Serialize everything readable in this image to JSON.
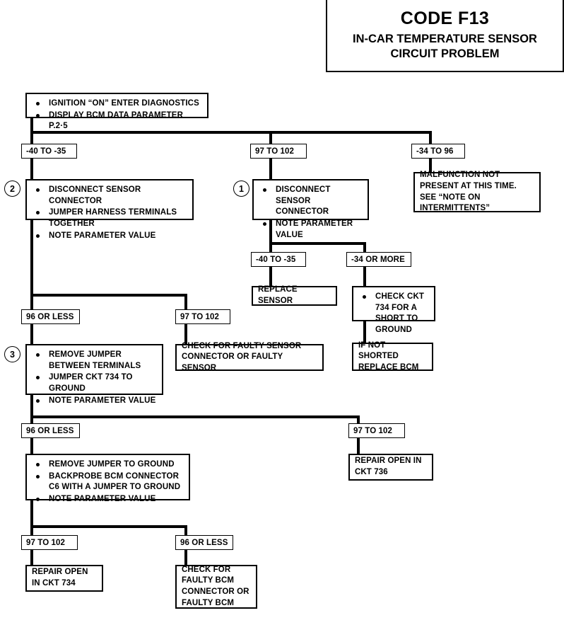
{
  "title": {
    "code": "CODE F13",
    "subtitle_line1": "IN-CAR TEMPERATURE SENSOR",
    "subtitle_line2": "CIRCUIT PROBLEM"
  },
  "start": {
    "items": [
      "IGNITION “ON”   ENTER DIAGNOSTICS",
      "DISPLAY BCM DATA PARAMETER P.2·5"
    ]
  },
  "branch_labels": {
    "left_top": "-40 TO -35",
    "mid_top": "97 TO 102",
    "right_top": "-34 TO 96",
    "mid_low_left": "-40 TO -35",
    "mid_low_right": "-34 OR MORE",
    "step2_left": "96 OR LESS",
    "step2_right": "97 TO 102",
    "step3_left": "96 OR LESS",
    "step3_right": "97 TO 102",
    "step4_left": "97 TO 102",
    "step4_right": "96 OR LESS"
  },
  "steps": {
    "step1_number": "1",
    "step2_number": "2",
    "step3_number": "3"
  },
  "step2": {
    "items": [
      "DISCONNECT SENSOR CONNECTOR",
      "JUMPER HARNESS TERMINALS TOGETHER",
      "NOTE PARAMETER VALUE"
    ]
  },
  "step1": {
    "items": [
      "DISCONNECT SENSOR CONNECTOR",
      "NOTE PARAMETER VALUE"
    ]
  },
  "step3": {
    "items": [
      "REMOVE JUMPER BETWEEN TERMINALS",
      "JUMPER CKT 734 TO GROUND",
      "NOTE PARAMETER VALUE"
    ]
  },
  "step4": {
    "items": [
      "REMOVE JUMPER TO GROUND",
      "BACKPROBE BCM CONNECTOR C6 WITH A JUMPER TO GROUND",
      "NOTE PARAMETER VALUE"
    ]
  },
  "check_short": {
    "items": [
      "CHECK CKT 734 FOR A SHORT TO GROUND"
    ]
  },
  "terminals": {
    "malfunction_not_present": "MALFUNCTION NOT PRESENT AT THIS TIME.  SEE “NOTE ON INTERMITTENTS”",
    "replace_sensor": "REPLACE SENSOR",
    "check_faulty_sensor": "CHECK FOR FAULTY SENSOR CONNECTOR OR FAULTY SENSOR",
    "if_not_shorted": "IF NOT SHORTED REPLACE BCM",
    "repair_open_736": "REPAIR OPEN IN CKT 736",
    "repair_open_734": "REPAIR OPEN IN CKT 734",
    "check_faulty_bcm": "CHECK FOR FAULTY BCM CONNECTOR OR FAULTY BCM"
  }
}
